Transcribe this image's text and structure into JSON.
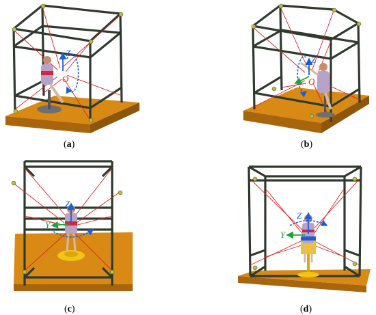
{
  "panels": [
    {
      "id": "a",
      "caption_open": "(",
      "caption_letter": "a",
      "caption_close": ")",
      "axes": {
        "rotation_axis": "Z",
        "origin": "O"
      }
    },
    {
      "id": "b",
      "caption_open": "(",
      "caption_letter": "b",
      "caption_close": ")",
      "axes": {
        "rotation_axis": "Z",
        "origin": "O"
      }
    },
    {
      "id": "c",
      "caption_open": "(",
      "caption_letter": "c",
      "caption_close": ")",
      "axes": {
        "rotation_axis": "Z",
        "second_axis": "Y"
      }
    },
    {
      "id": "d",
      "caption_open": "(",
      "caption_letter": "d",
      "caption_close": ")",
      "axes": {
        "rotation_axis": "Z",
        "second_axis": "Y"
      }
    }
  ],
  "colors": {
    "frame": "#2e3a2e",
    "platform_top": "#d98a14",
    "platform_side": "#a8650c",
    "cable": "#e0201c",
    "axis_blue": "#1b5fd6",
    "axis_green": "#1aa637",
    "seat_gray": "#7a7a7a",
    "seat_yellow": "#f2c418",
    "human_shirt": "#b7a3c9",
    "human_harness": "#d1263b",
    "sensor": "#b8c13a"
  }
}
